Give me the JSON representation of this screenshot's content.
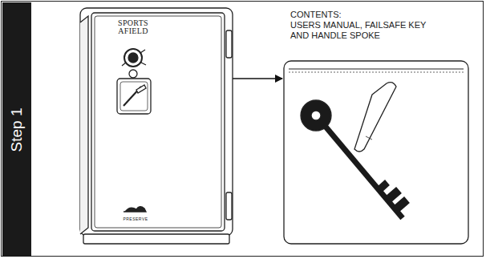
{
  "diagram": {
    "nodes": [
      {
        "text": [
          "Step 1"
        ]
      },
      {
        "text": [
          "SPORTS AFIELD",
          "PRESERVE"
        ]
      },
      {
        "text": [
          "CONTENTS:",
          "USERS MANUAL, FAILSAFE KEY AND HANDLE SPOKE"
        ]
      }
    ],
    "edges": [
      {
        "from": 1,
        "to": 2,
        "arrow": "to"
      }
    ]
  }
}
